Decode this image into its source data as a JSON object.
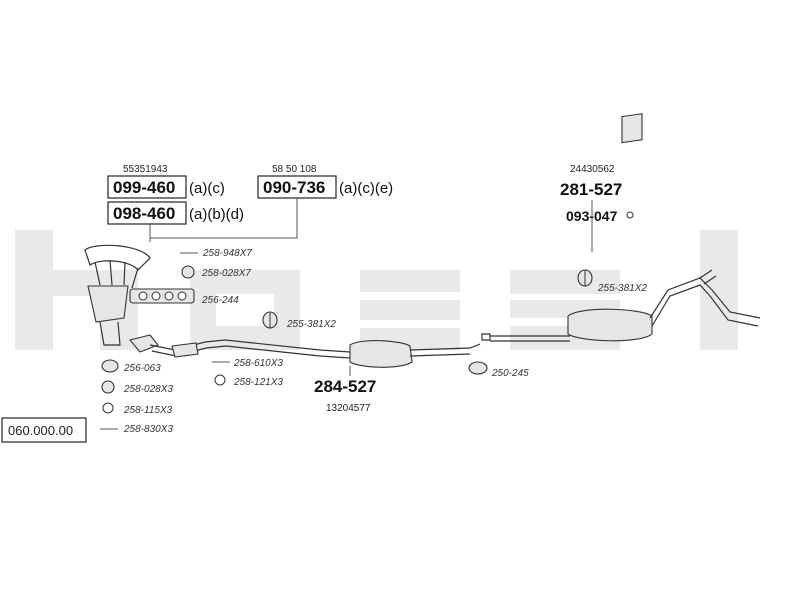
{
  "diagram_number": "060.000.00",
  "groups": {
    "cat1": {
      "ref": "55351943",
      "code": "099-460",
      "suffix": "(a)(c)"
    },
    "cat2": {
      "code": "098-460",
      "suffix": "(a)(b)(d)"
    },
    "front": {
      "ref": "58 50 108",
      "code": "090-736",
      "suffix": "(a)(c)(e)"
    },
    "rear": {
      "ref": "24430562",
      "code": "281-527"
    },
    "bracket": {
      "code": "093-047"
    },
    "middle": {
      "code": "284-527",
      "ref": "13204577"
    }
  },
  "hardware": {
    "a": "258-948X7",
    "b": "258-028X7",
    "c": "256-244",
    "d": "255-381X2",
    "e": "256-063",
    "f": "258-610X3",
    "g": "258-121X3",
    "h": "258-028X3",
    "i": "258-115X3",
    "j": "258-830X3",
    "k": "250-245",
    "l": "255-381X2"
  },
  "colors": {
    "ink": "#222222",
    "watermark": "#e9e9e9"
  }
}
